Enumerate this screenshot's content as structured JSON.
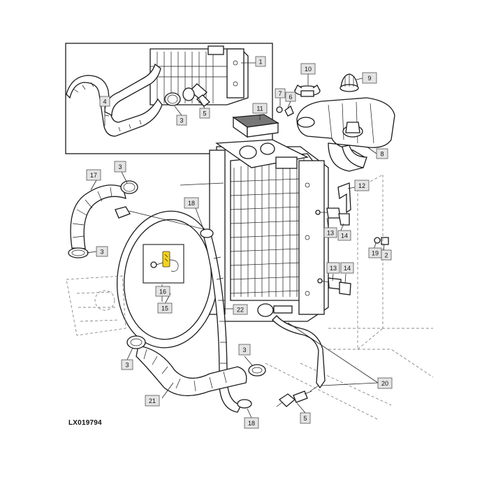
{
  "figure": {
    "reference_code": "LX019794",
    "highlight_color": "#f4d21a"
  },
  "callouts": [
    {
      "id": "c1-top",
      "label": "1"
    },
    {
      "id": "c4",
      "label": "4"
    },
    {
      "id": "c3-inset",
      "label": "3"
    },
    {
      "id": "c5-inset",
      "label": "5"
    },
    {
      "id": "c11",
      "label": "11"
    },
    {
      "id": "c7",
      "label": "7"
    },
    {
      "id": "c6",
      "label": "6"
    },
    {
      "id": "c10",
      "label": "10"
    },
    {
      "id": "c9",
      "label": "9"
    },
    {
      "id": "c8",
      "label": "8"
    },
    {
      "id": "c17",
      "label": "17"
    },
    {
      "id": "c3-upper",
      "label": "3"
    },
    {
      "id": "c3-left",
      "label": "3"
    },
    {
      "id": "c18-upper",
      "label": "18"
    },
    {
      "id": "c12",
      "label": "12"
    },
    {
      "id": "c13-upper",
      "label": "13"
    },
    {
      "id": "c14-upper",
      "label": "14"
    },
    {
      "id": "c19",
      "label": "19"
    },
    {
      "id": "c2",
      "label": "2"
    },
    {
      "id": "c16",
      "label": "16"
    },
    {
      "id": "c15",
      "label": "15"
    },
    {
      "id": "c13-lower",
      "label": "13"
    },
    {
      "id": "c14-lower",
      "label": "14"
    },
    {
      "id": "c22",
      "label": "22"
    },
    {
      "id": "c3-lowerleft",
      "label": "3"
    },
    {
      "id": "c3-lowermid",
      "label": "3"
    },
    {
      "id": "c21",
      "label": "21"
    },
    {
      "id": "c20",
      "label": "20"
    },
    {
      "id": "c18-lower",
      "label": "18"
    },
    {
      "id": "c5-lower",
      "label": "5"
    }
  ]
}
